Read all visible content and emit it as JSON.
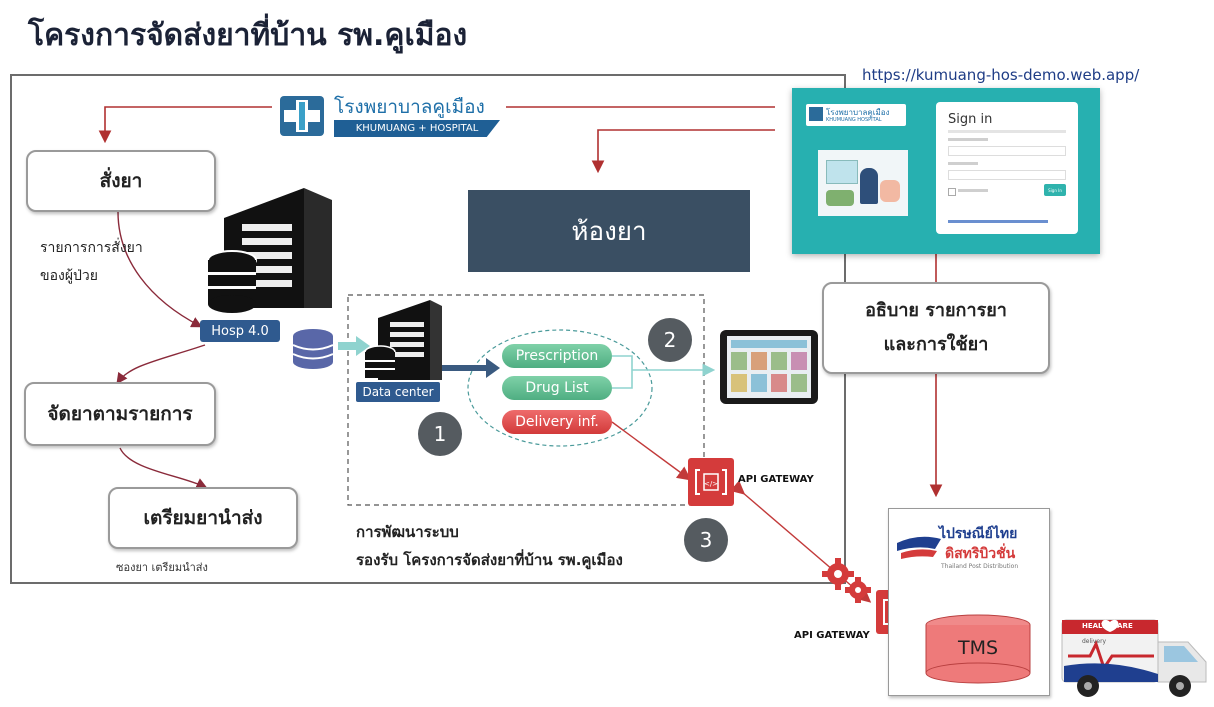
{
  "title": "โครงการจัดส่งยาที่บ้าน รพ.คูเมือง",
  "url": "https://kumuang-hos-demo.web.app/",
  "logo": {
    "thai": "โรงพยาบาลคูเมือง",
    "english": "KHUMUANG + HOSPITAL"
  },
  "boxes": {
    "order": "สั่งยา",
    "prepare": "จัดยาตามรายการ",
    "ready": "เตรียมยานำส่ง",
    "pharmacy": "ห้องยา",
    "explain_line1": "อธิบาย รายการยา",
    "explain_line2": "และการใช้ยา"
  },
  "labels": {
    "order_list_line1": "รายการการสั่งยา",
    "order_list_line2": "ของผู้ป่วย",
    "hosp": "Hosp 4.0",
    "data_center": "Data center",
    "pkg_note": "ซองยา เตรียมนำส่ง",
    "dev_line1": "การพัฒนาระบบ",
    "dev_line2": "รองรับ โครงการจัดส่งยาที่บ้าน รพ.คูเมือง",
    "api_gateway_1": "API GATEWAY",
    "api_gateway_2": "API GATEWAY"
  },
  "pills": {
    "prescription": "Prescription",
    "drug_list": "Drug List",
    "delivery": "Delivery inf."
  },
  "numbers": [
    "1",
    "2",
    "3"
  ],
  "signin": {
    "heading": "Sign in",
    "button": "Sign In",
    "mini_logo": "โรงพยาบาลคูเมือง",
    "mini_logo_en": "KHUMUANG HOSPITAL"
  },
  "thaipost": {
    "line1": "ไปรษณีย์ไทย",
    "line2": "ดิสทริบิวชั่น",
    "line3": "Thailand Post Distribution"
  },
  "tms": "TMS",
  "truck": {
    "brand": "HEALTHCARE",
    "sub": "delivery"
  },
  "colors": {
    "arrow_red": "#b03030",
    "teal": "#2fb3ad",
    "slate": "#3a4f63",
    "green_pill": "#63bf94",
    "red_pill": "#e04949"
  }
}
